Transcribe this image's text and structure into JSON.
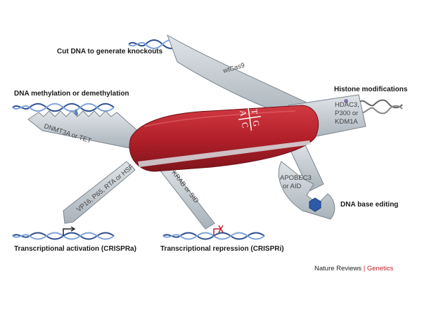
{
  "labels": {
    "cut": "Cut DNA to generate knockouts",
    "methylation": "DNA methylation or demethylation",
    "histone": "Histone modifications",
    "base_editing": "DNA base editing",
    "activation": "Transcriptional activation (CRISPRa)",
    "repression": "Transcriptional repression (CRISPRi)"
  },
  "blades": {
    "wtcas9": "wtCas9",
    "dnmt": "DNMT3A or TET",
    "vp": "VP16, P65, RTA or HSF",
    "krab": "KRAB or SID",
    "hdac_l1": "HDAC3,",
    "hdac_l2": "P300 or",
    "hdac_l3": "KDM1A",
    "apo_l1": "APOBEC3",
    "apo_l2": "or AID"
  },
  "badge": {
    "a": "A",
    "t": "T",
    "c": "C",
    "g": "G"
  },
  "credit": {
    "journal": "Nature Reviews",
    "separator": "|",
    "section": "Genetics"
  },
  "colors": {
    "handle": "#b3202a",
    "blade": "#c4cbd1",
    "dna": "#2b4f8f",
    "credit_accent": "#c0202a"
  }
}
